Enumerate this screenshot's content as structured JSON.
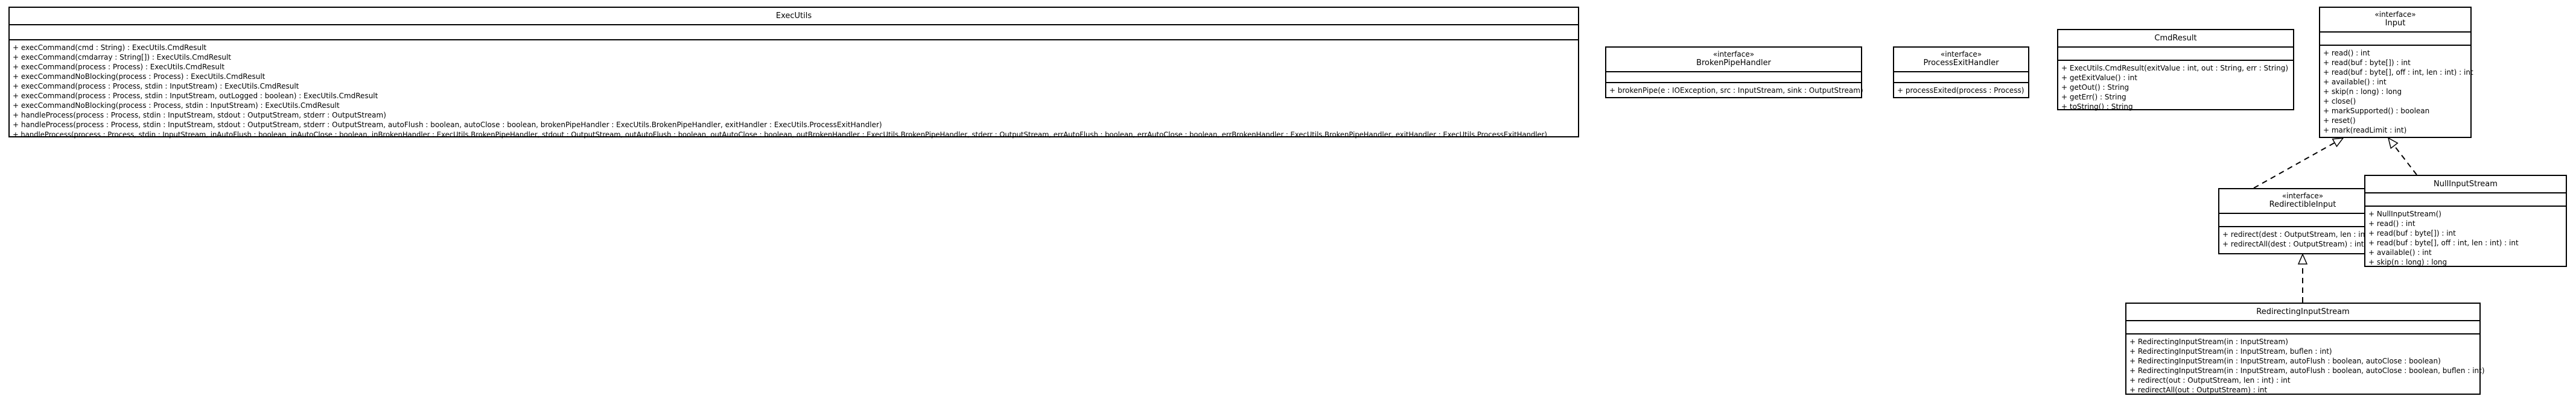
{
  "classes": {
    "exec_utils": {
      "name": "ExecUtils",
      "stereotype": "",
      "methods": [
        "+ execCommand(cmd : String) : ExecUtils.CmdResult",
        "+ execCommand(cmdarray : String[]) : ExecUtils.CmdResult",
        "+ execCommand(process : Process) : ExecUtils.CmdResult",
        "+ execCommandNoBlocking(process : Process) : ExecUtils.CmdResult",
        "+ execCommand(process : Process, stdin : InputStream) : ExecUtils.CmdResult",
        "+ execCommand(process : Process, stdin : InputStream, outLogged : boolean) : ExecUtils.CmdResult",
        "+ execCommandNoBlocking(process : Process, stdin : InputStream) : ExecUtils.CmdResult",
        "+ handleProcess(process : Process, stdin : InputStream, stdout : OutputStream, stderr : OutputStream)",
        "+ handleProcess(process : Process, stdin : InputStream, stdout : OutputStream, stderr : OutputStream, autoFlush : boolean, autoClose : boolean, brokenPipeHandler : ExecUtils.BrokenPipeHandler, exitHandler : ExecUtils.ProcessExitHandler)",
        "+ handleProcess(process : Process, stdin : InputStream, inAutoFlush : boolean, inAutoClose : boolean, inBrokenHandler : ExecUtils.BrokenPipeHandler, stdout : OutputStream, outAutoFlush : boolean, outAutoClose : boolean, outBrokenHandler : ExecUtils.BrokenPipeHandler, stderr : OutputStream, errAutoFlush : boolean, errAutoClose : boolean, errBrokenHandler : ExecUtils.BrokenPipeHandler, exitHandler : ExecUtils.ProcessExitHandler)"
      ]
    },
    "broken_pipe_handler": {
      "name": "BrokenPipeHandler",
      "stereotype": "«interface»",
      "methods": [
        "+ brokenPipe(e : IOException, src : InputStream, sink : OutputStream)"
      ]
    },
    "process_exit_handler": {
      "name": "ProcessExitHandler",
      "stereotype": "«interface»",
      "methods": [
        "+ processExited(process : Process)"
      ]
    },
    "cmd_result": {
      "name": "CmdResult",
      "stereotype": "",
      "methods": [
        "+ ExecUtils.CmdResult(exitValue : int, out : String, err : String)",
        "+ getExitValue() : int",
        "+ getOut() : String",
        "+ getErr() : String",
        "+ toString() : String"
      ]
    },
    "input": {
      "name": "Input",
      "stereotype": "«interface»",
      "methods": [
        "+ read() : int",
        "+ read(buf : byte[]) : int",
        "+ read(buf : byte[], off : int, len : int) : int",
        "+ available() : int",
        "+ skip(n : long) : long",
        "+ close()",
        "+ markSupported() : boolean",
        "+ reset()",
        "+ mark(readLimit : int)"
      ]
    },
    "redirectable_input": {
      "name": "RedirectibleInput",
      "stereotype": "«interface»",
      "methods": [
        "+ redirect(dest : OutputStream, len : int) : int",
        "+ redirectAll(dest : OutputStream) : int"
      ]
    },
    "null_input_stream": {
      "name": "NullInputStream",
      "stereotype": "",
      "methods": [
        "+ NullInputStream()",
        "+ read() : int",
        "+ read(buf : byte[]) : int",
        "+ read(buf : byte[], off : int, len : int) : int",
        "+ available() : int",
        "+ skip(n : long) : long"
      ]
    },
    "redirecting_input_stream": {
      "name": "RedirectingInputStream",
      "stereotype": "",
      "methods": [
        "+ RedirectingInputStream(in : InputStream)",
        "+ RedirectingInputStream(in : InputStream, buflen : int)",
        "+ RedirectingInputStream(in : InputStream, autoFlush : boolean, autoClose : boolean)",
        "+ RedirectingInputStream(in : InputStream, autoFlush : boolean, autoClose : boolean, buflen : int)",
        "+ redirect(out : OutputStream, len : int) : int",
        "+ redirectAll(out : OutputStream) : int"
      ]
    }
  }
}
